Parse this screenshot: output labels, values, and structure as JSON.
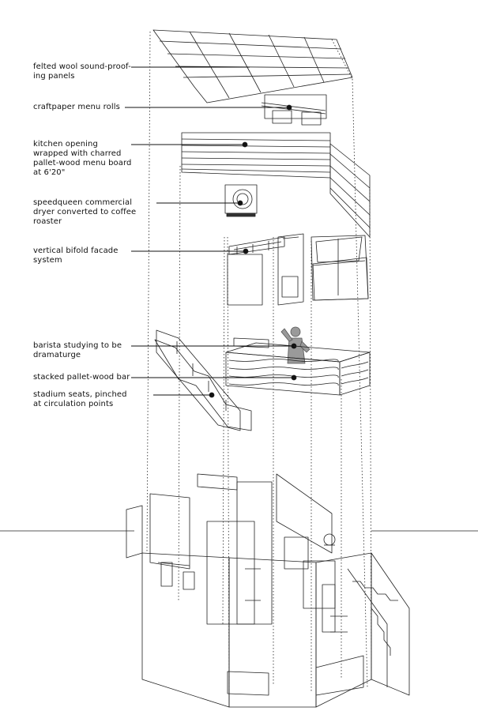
{
  "annotations": [
    {
      "id": "panels",
      "text": "felted wool sound-proof-\ning panels"
    },
    {
      "id": "menu",
      "text": "craftpaper menu rolls"
    },
    {
      "id": "kitchen",
      "text": "kitchen opening\nwrapped with charred\npallet-wood menu board\nat 6'20\""
    },
    {
      "id": "dryer",
      "text": "speedqueen commercial\ndryer converted to coffee\nroaster"
    },
    {
      "id": "facade",
      "text": "vertical bifold facade\nsystem"
    },
    {
      "id": "barista",
      "text": "barista studying to be\ndramaturge"
    },
    {
      "id": "bar",
      "text": "stacked pallet-wood bar"
    },
    {
      "id": "seats",
      "text": "stadium seats, pinched\nat circulation points"
    }
  ],
  "colors": {
    "ink": "#111111",
    "figure": "#9a9a9a",
    "paper": "#ffffff"
  }
}
